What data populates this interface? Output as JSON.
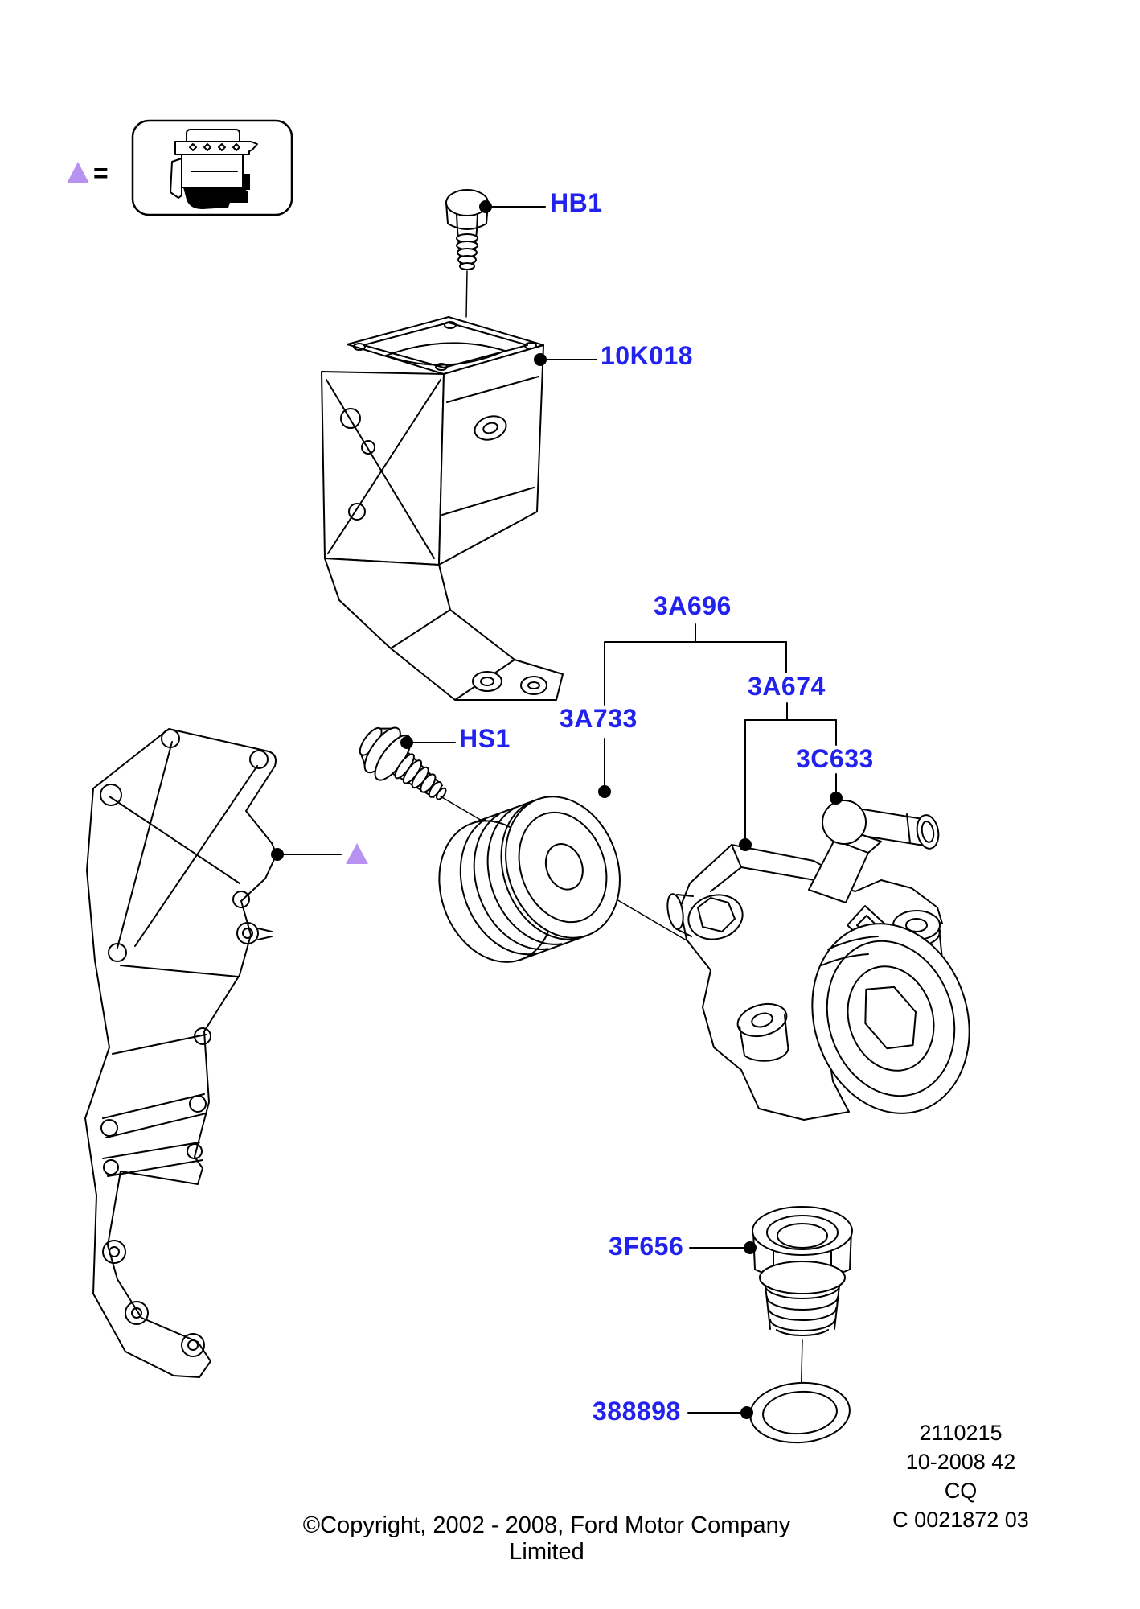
{
  "colors": {
    "label": "#2222ee",
    "marker": "#b892f0",
    "line": "#000000",
    "background": "#ffffff"
  },
  "legend": {
    "marker_icon": "triangle-marker",
    "equals": "=",
    "part_icon": "engine-icon"
  },
  "callouts": {
    "hb1": "HB1",
    "bracket": "10K018",
    "pump_assembly": "3A696",
    "pulley": "3A733",
    "pump": "3A674",
    "connector": "3C633",
    "hs1": "HS1",
    "fitting": "3F656",
    "o_ring": "388898"
  },
  "footer": {
    "copyright": "©Copyright, 2002 - 2008, Ford Motor Company Limited",
    "ref": "2110215",
    "date": "10-2008 42",
    "code": "CQ",
    "drawing": "C 0021872 03"
  }
}
